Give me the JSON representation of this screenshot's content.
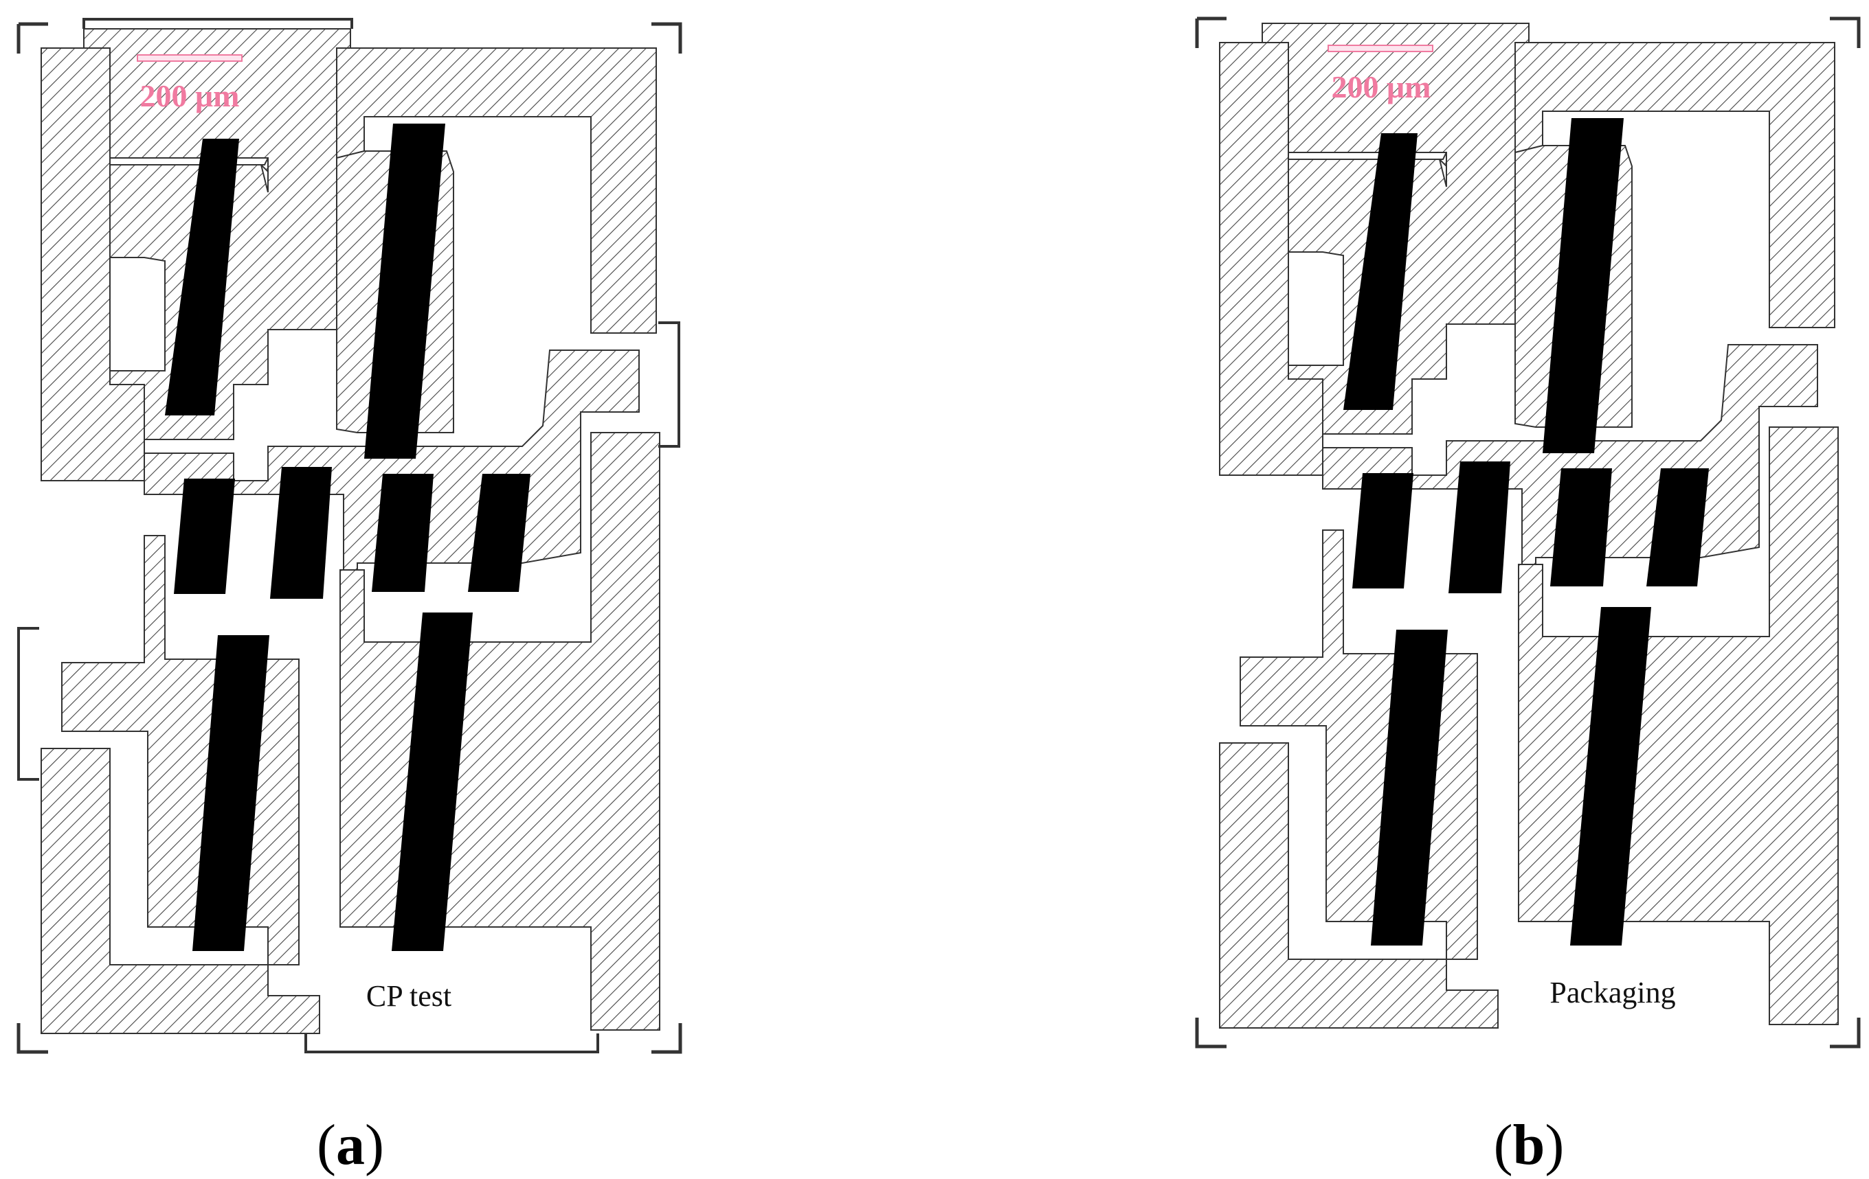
{
  "panels": [
    {
      "id": "a",
      "label_letter": "a",
      "scale_text": "200 μm",
      "caption": "CP test"
    },
    {
      "id": "b",
      "label_letter": "b",
      "scale_text": "200 μm",
      "caption": "Packaging"
    }
  ],
  "colors": {
    "scale_bar": "#f07aa0",
    "hatch_line": "#333333",
    "electrode": "#000000"
  }
}
